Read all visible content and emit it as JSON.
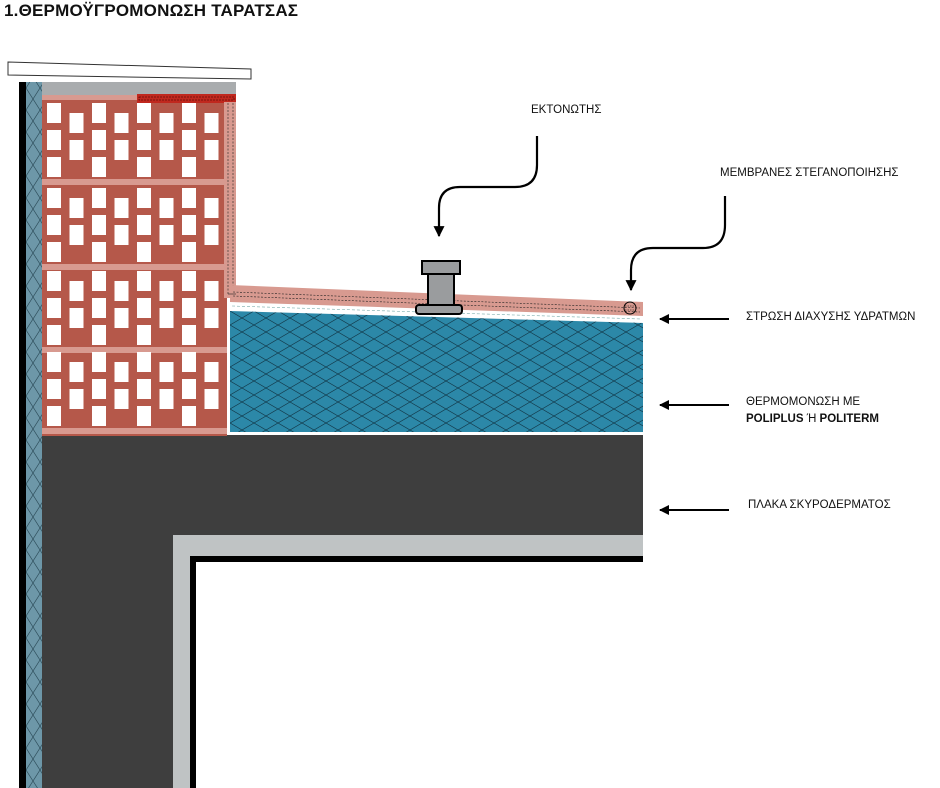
{
  "title": "1.ΘΕΡΜΟΫΓΡΟΜΟΝΩΣΗ ΤΑΡΑΤΣΑΣ",
  "labels": {
    "vent": "ΕΚΤΟΝΩΤΗΣ",
    "membranes": "ΜΕΜΒΡΑΝΕΣ ΣΤΕΓΑΝΟΠΟΙΗΣΗΣ",
    "vapor_layer": "ΣΤΡΩΣΗ ΔΙΑΧΥΣΗΣ ΥΔΡΑΤΜΩΝ",
    "insulation_line1": "ΘΕΡΜΟΜΟΝΩΣΗ ΜΕ",
    "insulation_product1": "POLIPLUS",
    "insulation_or": " Ή ",
    "insulation_product2": "POLITERM",
    "slab": "ΠΛΑΚΑ ΣΚΥΡΟΔΕΡΜΑΤΟΣ"
  },
  "colors": {
    "brick": "#b5584a",
    "brick_light": "#d89a90",
    "membrane_red": "#c0281e",
    "insulation": "#2c88a8",
    "concrete": "#3e3e3e",
    "plaster": "#bfc3c4",
    "wall_insulation": "#6d97a8",
    "cap": "#a9acae",
    "vent": "#9a9c9e"
  }
}
